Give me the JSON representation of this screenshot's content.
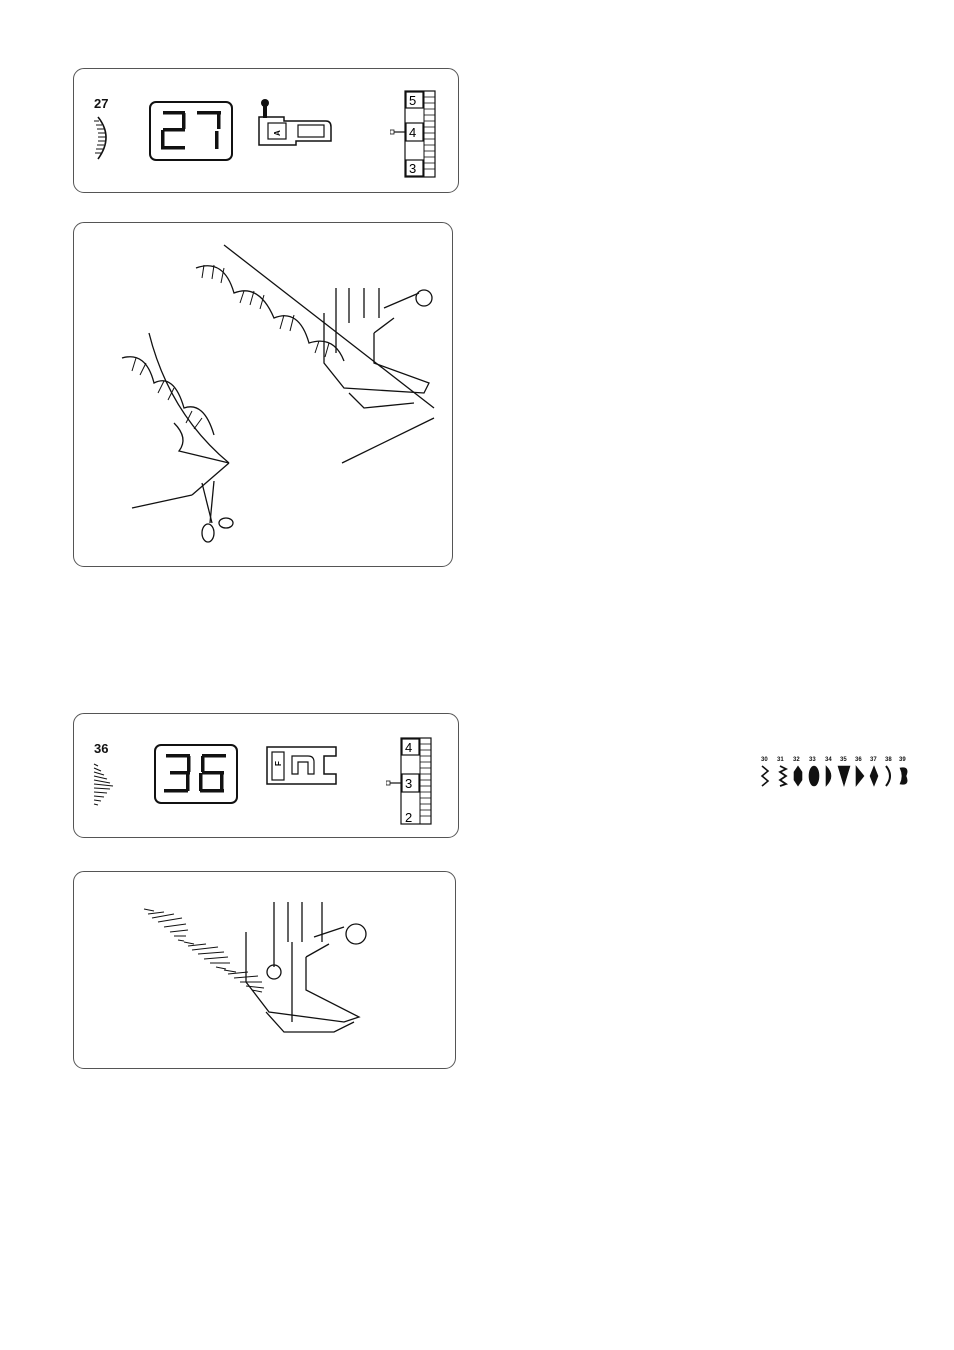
{
  "panel_27": {
    "pattern_number": "27",
    "display_digits": [
      "2",
      "7"
    ],
    "foot_letter": "A",
    "gauge_numbers": [
      "5",
      "4",
      "3"
    ],
    "gauge_selected": "4"
  },
  "panel_36": {
    "pattern_number": "36",
    "display_digits": [
      "3",
      "6"
    ],
    "foot_letter": "F",
    "gauge_numbers": [
      "4",
      "3",
      "2"
    ],
    "gauge_selected": "3"
  },
  "pattern_strip": {
    "numbers": [
      "30",
      "31",
      "32",
      "33",
      "34",
      "35",
      "36",
      "37",
      "38",
      "39"
    ]
  }
}
